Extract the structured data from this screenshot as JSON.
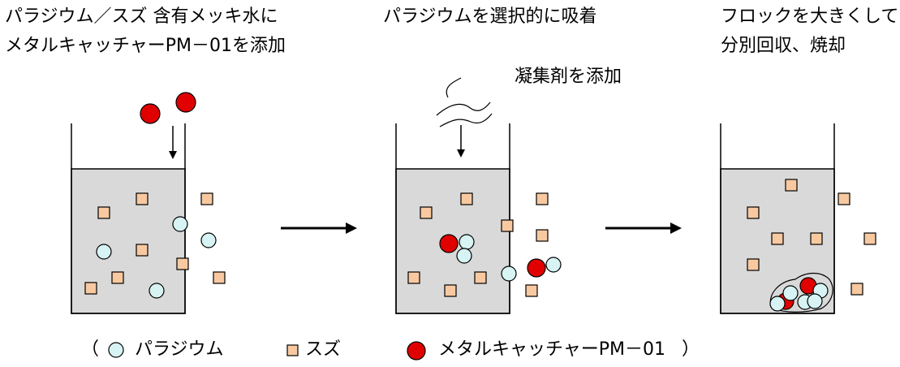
{
  "steps": [
    {
      "caption_line1": "パラジウム／スズ 含有メッキ水に",
      "caption_line2": "メタルキャッチャーPM－01を添加"
    },
    {
      "caption_line1": "パラジウムを選択的に吸着",
      "annotation": "凝集剤を添加"
    },
    {
      "caption_line1": "フロックを大きくして",
      "caption_line2": "分別回収、焼却"
    }
  ],
  "legend": {
    "open_paren": "（",
    "palladium": "パラジウム",
    "tin": "スズ",
    "catcher": "メタルキャッチャーPM－01",
    "close_paren": "）"
  },
  "colors": {
    "liquid": "#d9d9d9",
    "palladium_fill": "#d7f3f3",
    "tin_fill": "#f8c9a0",
    "catcher_fill": "#e00000",
    "stroke": "#000000"
  }
}
